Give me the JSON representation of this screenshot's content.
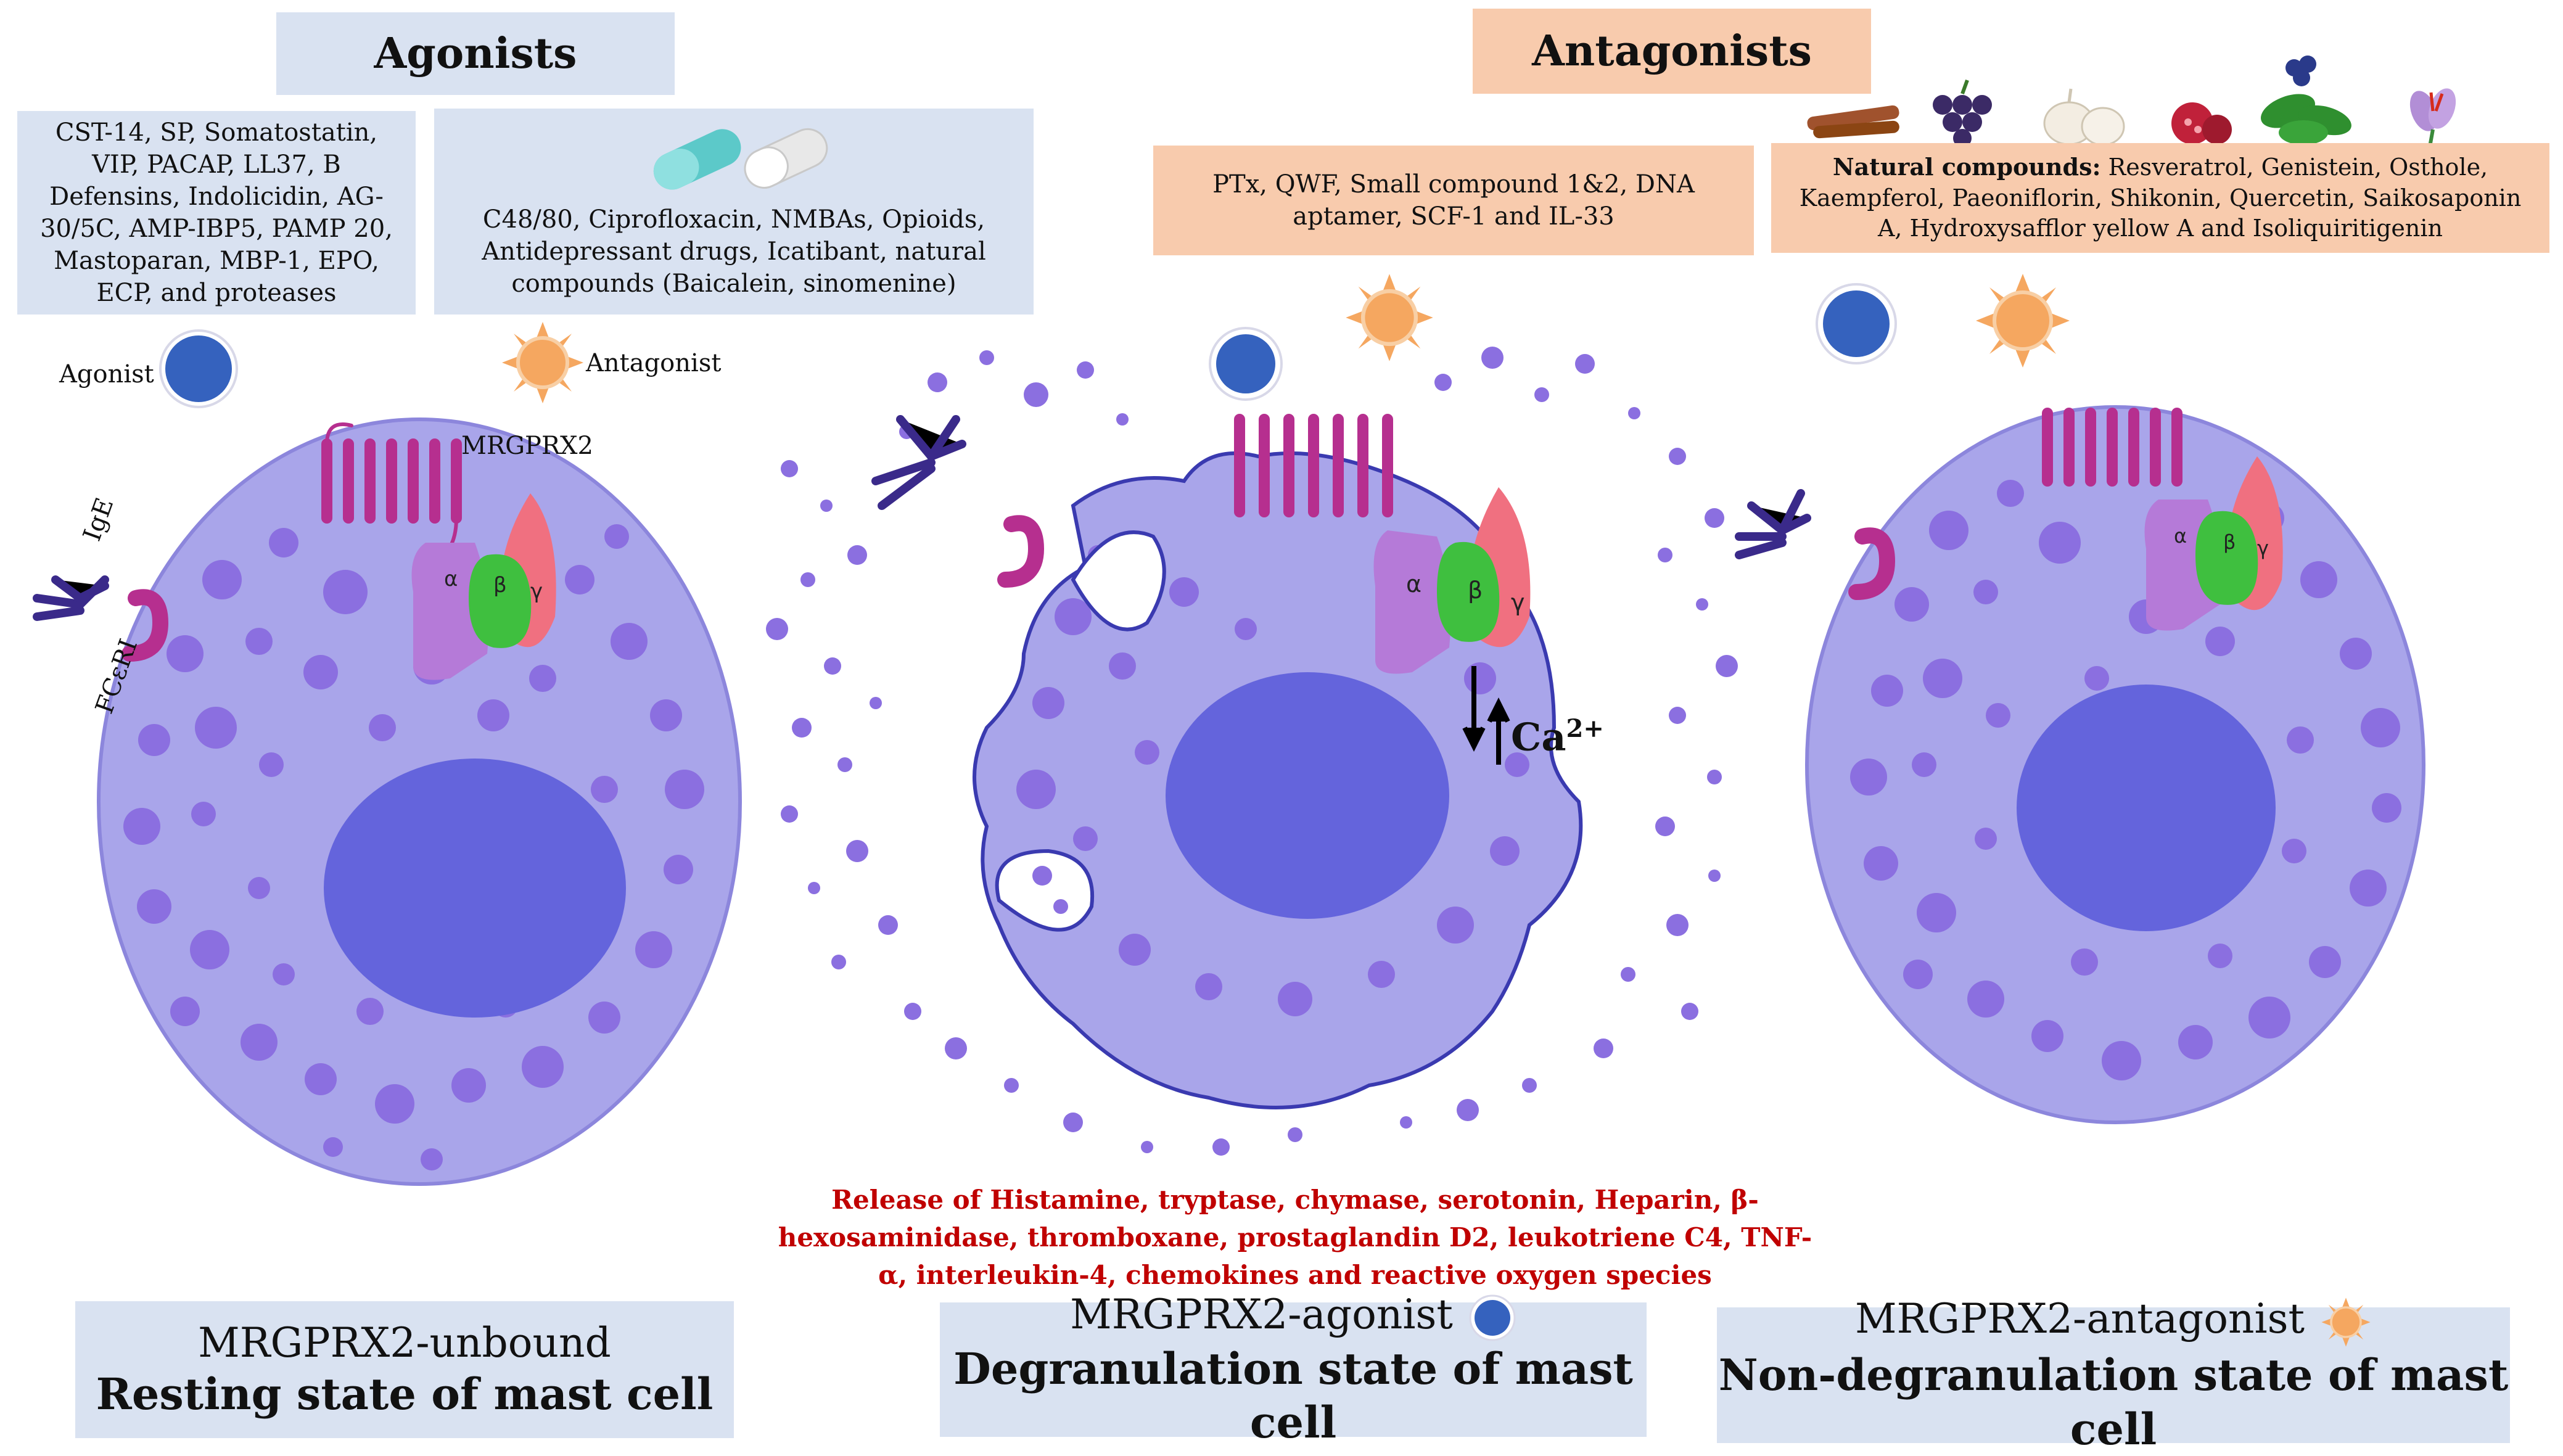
{
  "headers": {
    "agonists": "Agonists",
    "antagonists": "Antagonists"
  },
  "agonist_lists": {
    "peptides": "CST-14, SP, Somatostatin, VIP, PACAP, LL37, B Defensins, Indolicidin, AG-30/5C, AMP-IBP5, PAMP 20, Mastoparan, MBP-1, EPO, ECP, and proteases",
    "drugs": "C48/80, Ciprofloxacin, NMBAs, Opioids, Antidepressant drugs, Icatibant, natural compounds (Baicalein, sinomenine)"
  },
  "antagonist_lists": {
    "synthetic": "PTx, QWF, Small compound 1&2, DNA aptamer, SCF-1 and IL-33",
    "natural_label": "Natural compounds:",
    "natural": " Resveratrol, Genistein, Osthole, Kaempferol, Paeoniflorin, Shikonin, Quercetin, Saikosaponin A, Hydroxysafflor yellow A and Isoliquiritigenin"
  },
  "legend": {
    "agonist": "Agonist",
    "antagonist": "Antagonist"
  },
  "cell_labels": {
    "receptor": "MRGPRX2",
    "ige": "IgE",
    "fceri": "FCεRI",
    "alpha": "α",
    "beta": "β",
    "gamma": "γ",
    "calcium": "Ca",
    "calcium_charge": "2+"
  },
  "release_text": "Release of Histamine, tryptase, chymase, serotonin, Heparin, β-hexosaminidase, thromboxane, prostaglandin D2, leukotriene C4, TNF-α, interleukin-4, chemokines and reactive oxygen species",
  "states": [
    {
      "line1": "MRGPRX2-unbound",
      "line2": "Resting state of mast cell"
    },
    {
      "line1": "MRGPRX2-agonist",
      "line2": "Degranulation state of mast cell"
    },
    {
      "line1": "MRGPRX2-antagonist",
      "line2": "Non-degranulation state of mast cell"
    }
  ],
  "colors": {
    "agonist_box": "#d9e2f1",
    "antagonist_box": "#f8cbad",
    "cell_body": "#a9a5ea",
    "granule": "#8b6fe0",
    "nucleus": "#6464dc",
    "receptor": "#b62f8f",
    "alpha_subunit": "#b57ad8",
    "beta_subunit": "#3fbf3f",
    "gamma_subunit": "#f07080",
    "agonist_ball": "#3562be",
    "antagonist_ball": "#f5a760",
    "release_text": "#c00000"
  }
}
